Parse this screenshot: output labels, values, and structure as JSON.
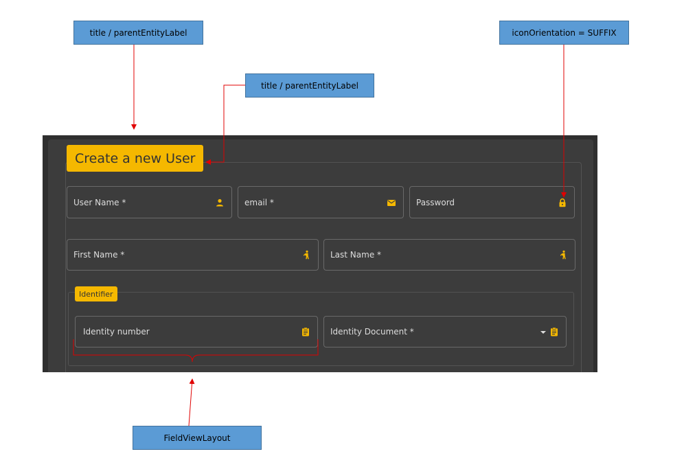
{
  "callouts": {
    "title_top": "title / parentEntityLabel",
    "title_mid": "title / parentEntityLabel",
    "icon_orientation": "iconOrientation = SUFFIX",
    "field_view_layout": "FieldViewLayout"
  },
  "form": {
    "title": "Create a new User",
    "fields": {
      "user_name": {
        "label": "User Name *",
        "icon": "person-icon"
      },
      "email": {
        "label": "email *",
        "icon": "envelope-icon"
      },
      "password": {
        "label": "Password",
        "icon": "lock-icon"
      },
      "first_name": {
        "label": "First Name *",
        "icon": "human-icon"
      },
      "last_name": {
        "label": "Last Name *",
        "icon": "human-icon"
      }
    },
    "identifier": {
      "legend": "Identifier",
      "identity_number": {
        "label": "Identity number",
        "icon": "clipboard-icon"
      },
      "identity_document": {
        "label": "Identity Document *",
        "icon": "clipboard-icon"
      }
    }
  },
  "colors": {
    "accent": "#f5b800",
    "arrow": "#e00000",
    "callout_fill": "#5b9bd5",
    "panel_bg": "#3c3c3c"
  }
}
